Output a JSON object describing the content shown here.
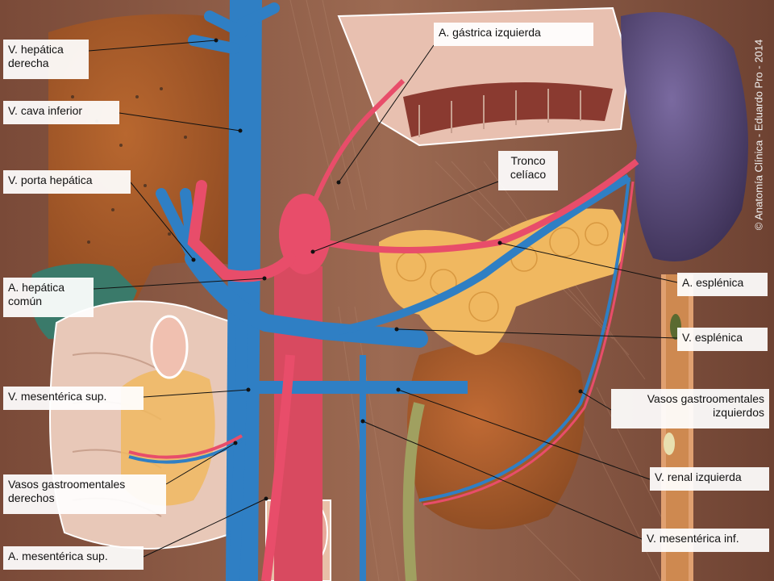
{
  "labels": {
    "v_hepatica_derecha": [
      "V. hepática",
      "derecha"
    ],
    "v_cava_inferior": "V. cava inferior",
    "v_porta_hepatica": "V. porta hepática",
    "a_hepatica_comun": [
      "A. hepática",
      "común"
    ],
    "v_mesenterica_sup": "V. mesentérica sup.",
    "vasos_gastroomentales_derechos": [
      "Vasos gastroomentales",
      "derechos"
    ],
    "a_mesenterica_sup": "A. mesentérica sup.",
    "a_gastrica_izquierda": "A. gástrica izquierda",
    "tronco_celiaco": [
      "Tronco",
      "celíaco"
    ],
    "a_esplenica": "A. esplénica",
    "v_esplenica": "V. esplénica",
    "vasos_gastroomentales_izquierdos": [
      "Vasos gastroomentales",
      "izquierdos"
    ],
    "v_renal_izquierda": "V. renal izquierda",
    "v_mesenterica_inf": "V. mesentérica inf."
  },
  "credit": "© Anatomía Clínica - Eduardo Pro - 2014",
  "colors": {
    "vein": "#2f7fc4",
    "artery": "#e84d6a",
    "liver": "#a85a2a",
    "spleen": "#5a4a7a",
    "pancreas": "#f0b860",
    "kidney": "#a85a2e",
    "label_bg": "#ffffff",
    "leader": "#111111"
  }
}
